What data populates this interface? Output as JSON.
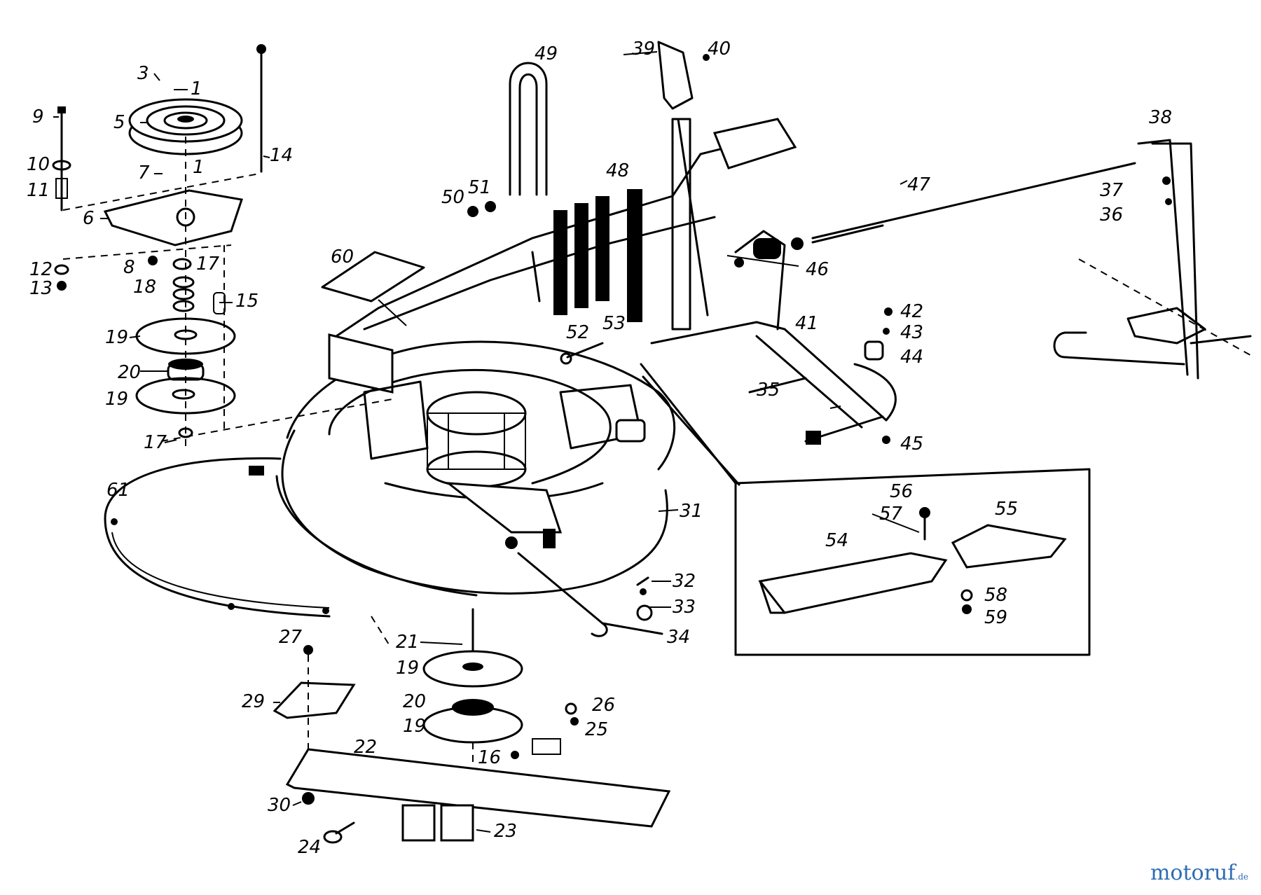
{
  "watermark": {
    "brand": "motoruf",
    "suffix": ".de"
  },
  "part_labels": [
    "1",
    "3",
    "5",
    "7",
    "1",
    "9",
    "10",
    "11",
    "14",
    "6",
    "12",
    "13",
    "8",
    "17",
    "18",
    "15",
    "19",
    "20",
    "19",
    "17",
    "49",
    "50",
    "51",
    "60",
    "48",
    "39",
    "40",
    "38",
    "37",
    "36",
    "47",
    "46",
    "42",
    "43",
    "44",
    "41",
    "35",
    "45",
    "52",
    "53",
    "61",
    "31",
    "32",
    "33",
    "34",
    "21",
    "19",
    "20",
    "19",
    "26",
    "25",
    "16",
    "27",
    "29",
    "22",
    "30",
    "24",
    "23",
    "54",
    "55",
    "56",
    "57",
    "58",
    "59"
  ]
}
